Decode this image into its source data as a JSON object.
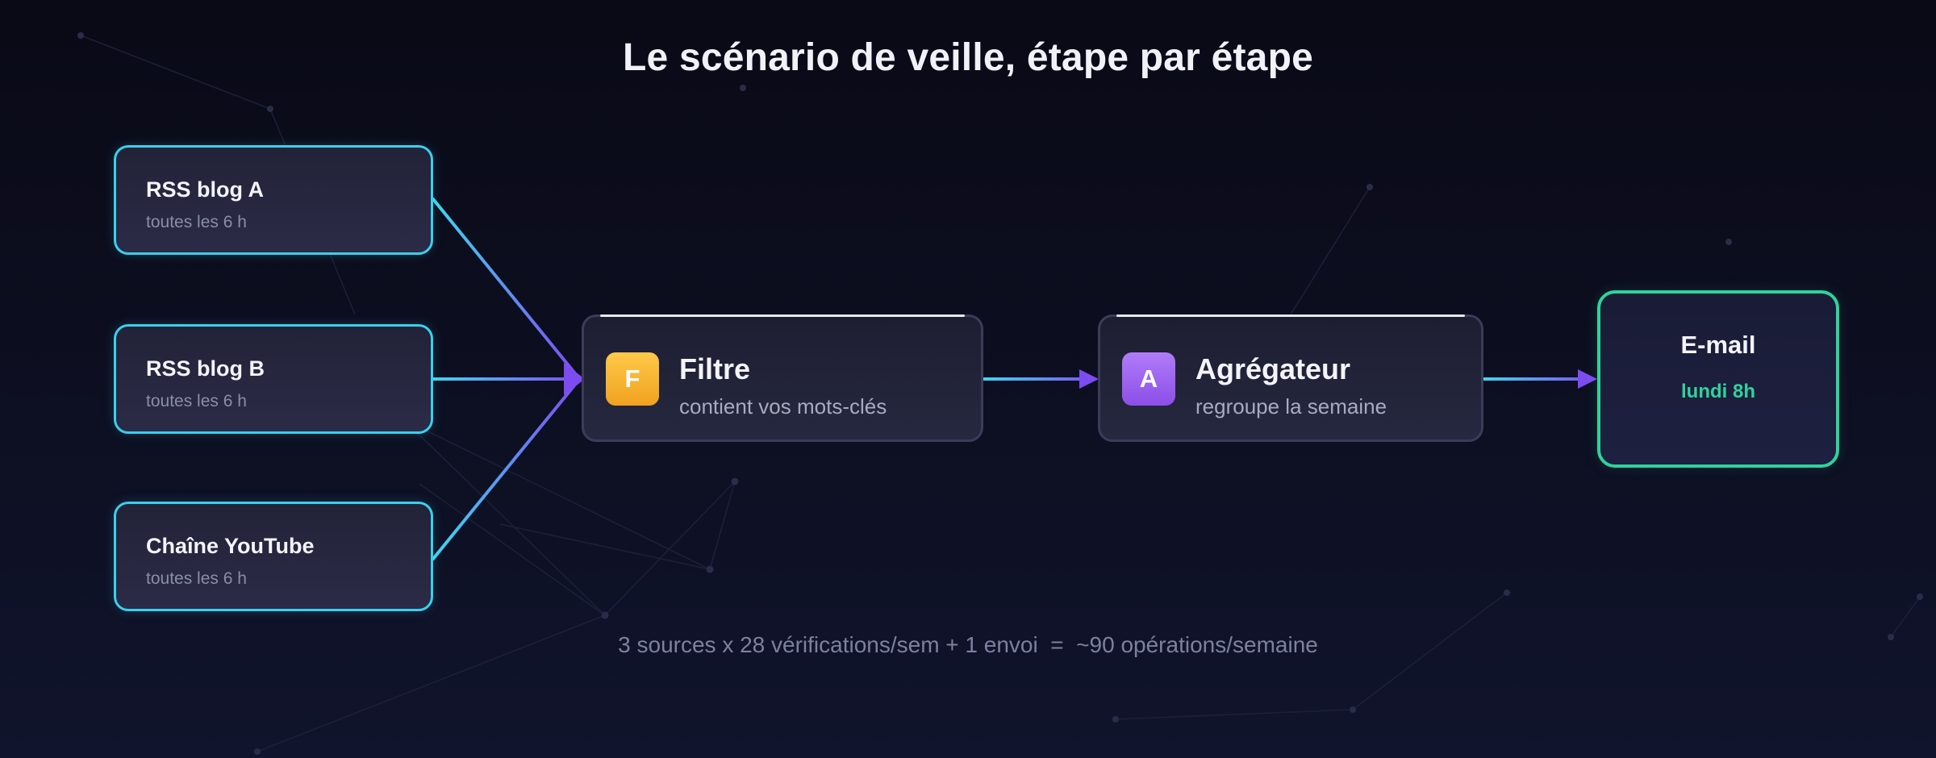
{
  "title": "Le scénario de veille, étape par étape",
  "sources": [
    {
      "name": "RSS blog A",
      "frequency": "toutes les 6 h"
    },
    {
      "name": "RSS blog B",
      "frequency": "toutes les 6 h"
    },
    {
      "name": "Chaîne YouTube",
      "frequency": "toutes les 6 h"
    }
  ],
  "steps": [
    {
      "badge": "F",
      "label": "Filtre",
      "description": "contient vos mots-clés",
      "badge_color": "#f6b42c"
    },
    {
      "badge": "A",
      "label": "Agrégateur",
      "description": "regroupe la semaine",
      "badge_color": "#9a5cf0"
    }
  ],
  "destination": {
    "name": "E-mail",
    "schedule": "lundi 8h"
  },
  "footer": "3 sources x 28 vérifications/sem + 1 envoi  =  ~90 opérations/semaine",
  "colors": {
    "source_border": "#39d0ee",
    "destination_border": "#2fd39a",
    "arrow_start": "#3ed8f0",
    "arrow_end": "#7d4cf0"
  },
  "edges": [
    {
      "from": "RSS blog A",
      "to": "Filtre"
    },
    {
      "from": "RSS blog B",
      "to": "Filtre"
    },
    {
      "from": "Chaîne YouTube",
      "to": "Filtre"
    },
    {
      "from": "Filtre",
      "to": "Agrégateur"
    },
    {
      "from": "Agrégateur",
      "to": "E-mail"
    }
  ]
}
